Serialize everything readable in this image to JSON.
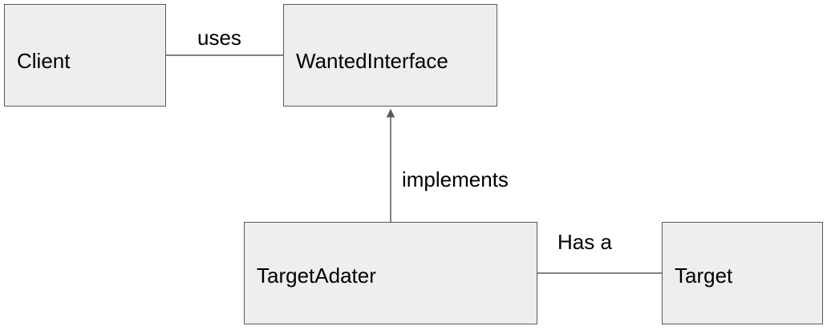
{
  "diagram": {
    "nodes": {
      "client": {
        "label": "Client"
      },
      "wanted_interface": {
        "label": "WantedInterface"
      },
      "target_adapter": {
        "label": "TargetAdater"
      },
      "target": {
        "label": "Target"
      }
    },
    "edges": {
      "uses": {
        "label": "uses",
        "from": "Client",
        "to": "WantedInterface"
      },
      "implements": {
        "label": "implements",
        "from": "TargetAdater",
        "to": "WantedInterface"
      },
      "has_a": {
        "label": "Has a",
        "from": "TargetAdater",
        "to": "Target"
      }
    },
    "colors": {
      "box_fill": "#eeeeee",
      "box_border": "#595959",
      "line": "#595959",
      "text": "#000000"
    }
  }
}
